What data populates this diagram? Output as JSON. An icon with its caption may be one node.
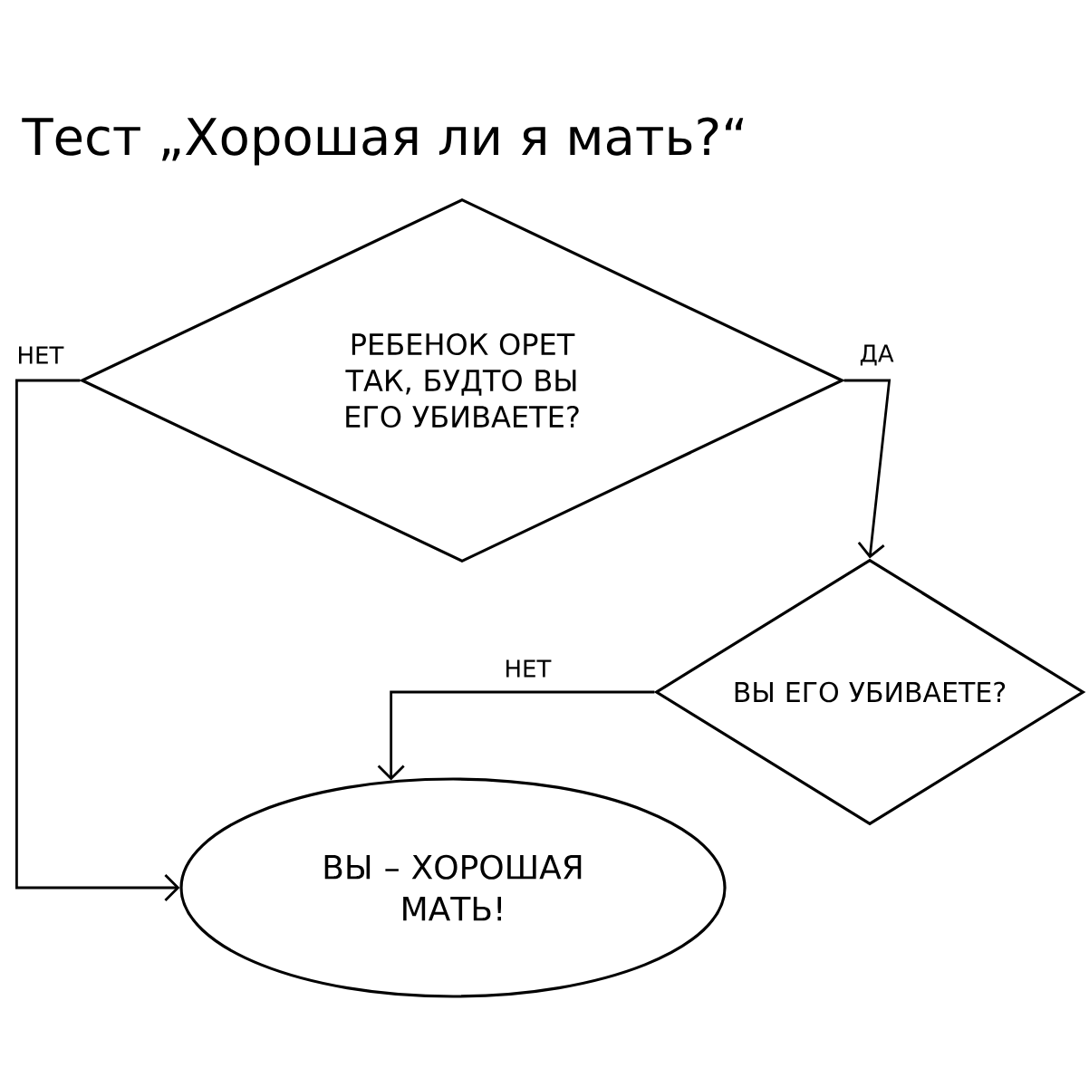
{
  "diagram": {
    "title": "Тест „Хорошая ли я мать?“",
    "nodes": [
      {
        "text": [
          "РЕБЕНОК ОРЕТ ТАК, БУДТО ВЫ ЕГО УБИВАЕТЕ?"
        ]
      },
      {
        "text": [
          "ВЫ ЕГО УБИВАЕТЕ?"
        ]
      },
      {
        "text": [
          "ВЫ – ХОРОШАЯ МАТЬ!"
        ]
      }
    ],
    "edges": [
      {
        "from": 0,
        "to": 2,
        "arrow": "to",
        "label": "НЕТ"
      },
      {
        "from": 0,
        "to": 1,
        "arrow": "to",
        "label": "ДА"
      },
      {
        "from": 1,
        "to": 2,
        "arrow": "to",
        "label": "НЕТ"
      }
    ]
  }
}
